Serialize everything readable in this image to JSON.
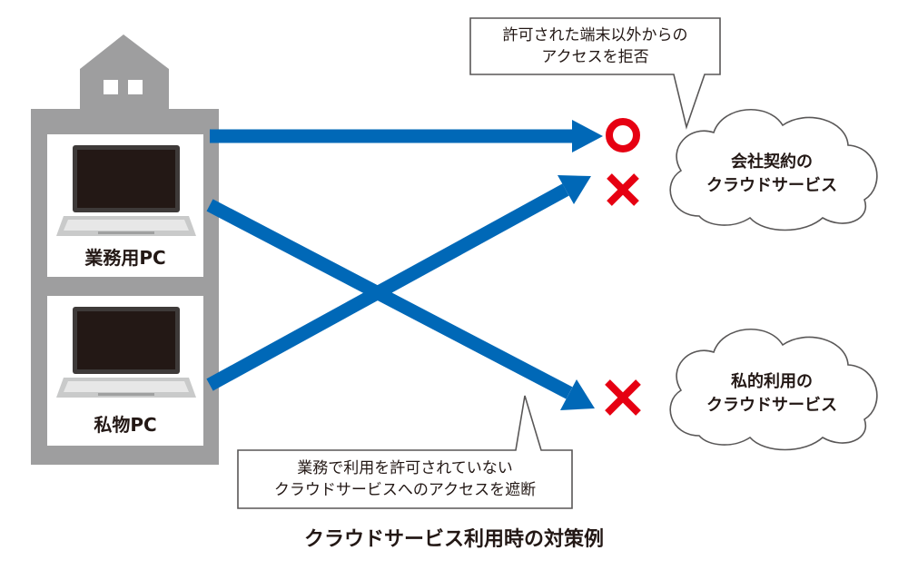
{
  "building": {
    "pc1_label": "業務用PC",
    "pc2_label": "私物PC"
  },
  "callouts": {
    "top_line1": "許可された端末以外からの",
    "top_line2": "アクセスを拒否",
    "bottom_line1": "業務で利用を許可されていない",
    "bottom_line2": "クラウドサービスへのアクセスを遮断"
  },
  "clouds": {
    "company_line1": "会社契約の",
    "company_line2": "クラウドサービス",
    "private_line1": "私的利用の",
    "private_line2": "クラウドサービス"
  },
  "marks": {
    "allow_symbol": "circle",
    "deny_symbol": "cross"
  },
  "caption": "クラウドサービス利用時の対策例",
  "colors": {
    "arrow": "#0068b7",
    "building": "#9e9e9f",
    "mark": "#e60012",
    "outline": "#595757"
  }
}
